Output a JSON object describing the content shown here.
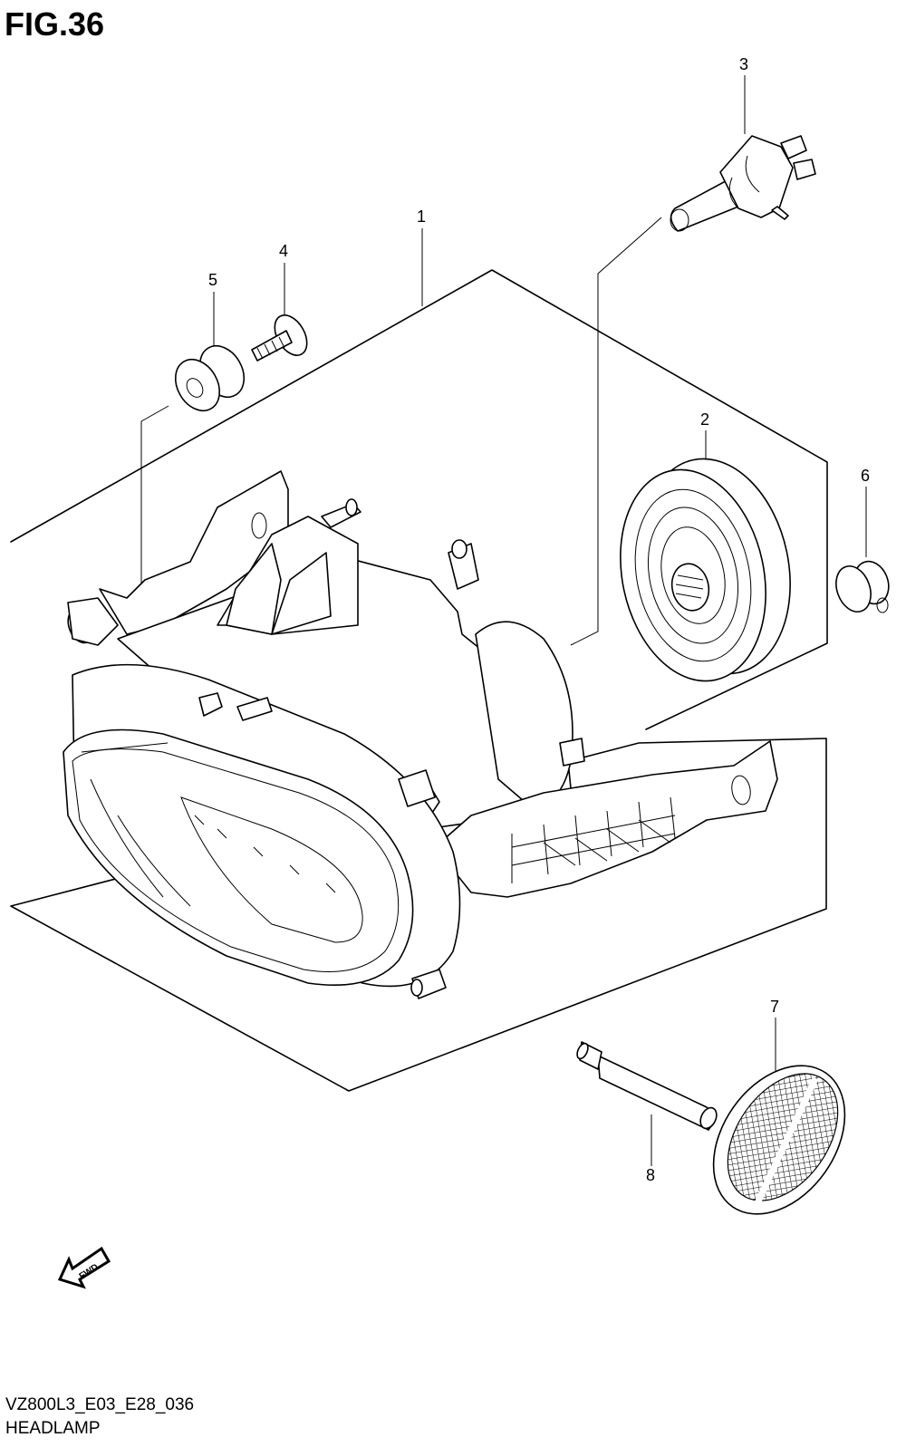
{
  "figure": {
    "title": "FIG.36",
    "model_code": "VZ800L3_E03_E28_036",
    "name": "HEADLAMP"
  },
  "callouts": [
    {
      "id": "callout-1",
      "label": "1",
      "part": "headlamp-assembly"
    },
    {
      "id": "callout-2",
      "label": "2",
      "part": "socket-holder"
    },
    {
      "id": "callout-3",
      "label": "3",
      "part": "bulb"
    },
    {
      "id": "callout-4",
      "label": "4",
      "part": "screw"
    },
    {
      "id": "callout-5",
      "label": "5",
      "part": "cushion-grommet"
    },
    {
      "id": "callout-6",
      "label": "6",
      "part": "grommet"
    },
    {
      "id": "callout-7",
      "label": "7",
      "part": "reflector"
    },
    {
      "id": "callout-8",
      "label": "8",
      "part": "stud-bolt"
    }
  ],
  "direction_badge": {
    "text": "FWD",
    "icon": "forward-arrow-icon"
  }
}
